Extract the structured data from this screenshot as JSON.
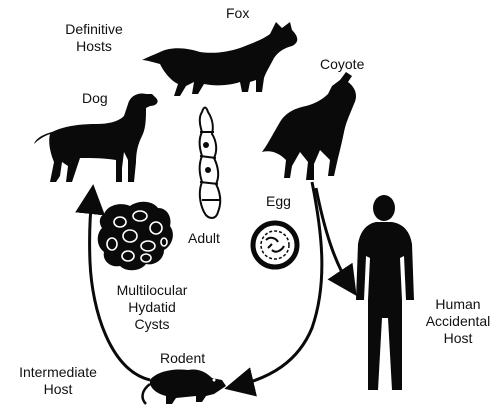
{
  "labels": {
    "definitive_hosts_line1": "Definitive",
    "definitive_hosts_line2": "Hosts",
    "fox": "Fox",
    "coyote": "Coyote",
    "dog": "Dog",
    "adult": "Adult",
    "egg": "Egg",
    "cysts_line1": "Multilocular",
    "cysts_line2": "Hydatid",
    "cysts_line3": "Cysts",
    "human_line1": "Human",
    "human_line2": "Accidental",
    "human_line3": "Host",
    "rodent": "Rodent",
    "intermediate_line1": "Intermediate",
    "intermediate_line2": "Host"
  },
  "colors": {
    "silhouette": "#0a0a0a",
    "background": "#ffffff"
  }
}
